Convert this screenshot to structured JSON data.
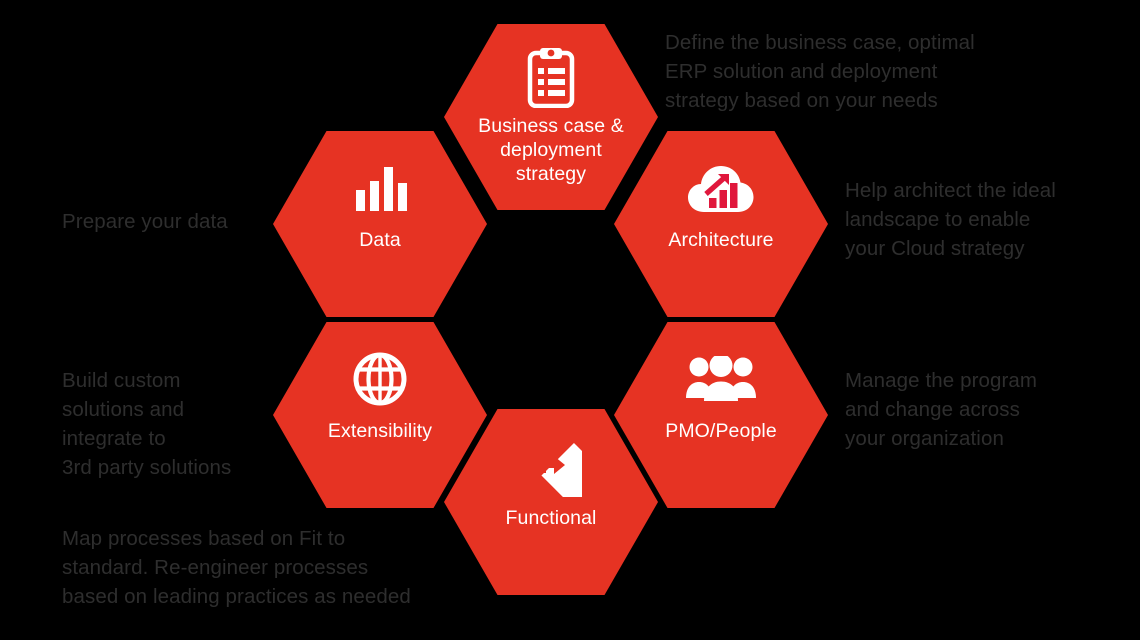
{
  "diagram": {
    "title": "ERP transformation capability hexagons",
    "background_color": "#000000",
    "hex_color": "#e63323",
    "hex_label_color": "#ffffff",
    "description_color": "#2e2e2e",
    "nodes": [
      {
        "id": "business",
        "label": "Business case\n& deployment\nstrategy",
        "icon": "clipboard-checklist-icon",
        "description": "Define the business case, optimal\nERP solution and deployment\nstrategy based on your needs"
      },
      {
        "id": "architecture",
        "label": "Architecture",
        "icon": "cloud-growth-chart-icon",
        "description": "Help architect the ideal\nlandscape to enable\nyour Cloud strategy"
      },
      {
        "id": "pmo",
        "label": "PMO/People",
        "icon": "people-group-icon",
        "description": "Manage the program\nand change across\nyour organization"
      },
      {
        "id": "functional",
        "label": "Functional",
        "icon": "turn-right-arrow-icon",
        "description": "Map processes based on Fit to\nstandard. Re-engineer processes\nbased on leading practices as needed"
      },
      {
        "id": "extensibility",
        "label": "Extensibility",
        "icon": "globe-icon",
        "description": "Build custom\nsolutions and\nintegrate to\n3rd party solutions"
      },
      {
        "id": "data",
        "label": "Data",
        "icon": "bar-chart-icon",
        "description": "Prepare your data"
      }
    ]
  }
}
